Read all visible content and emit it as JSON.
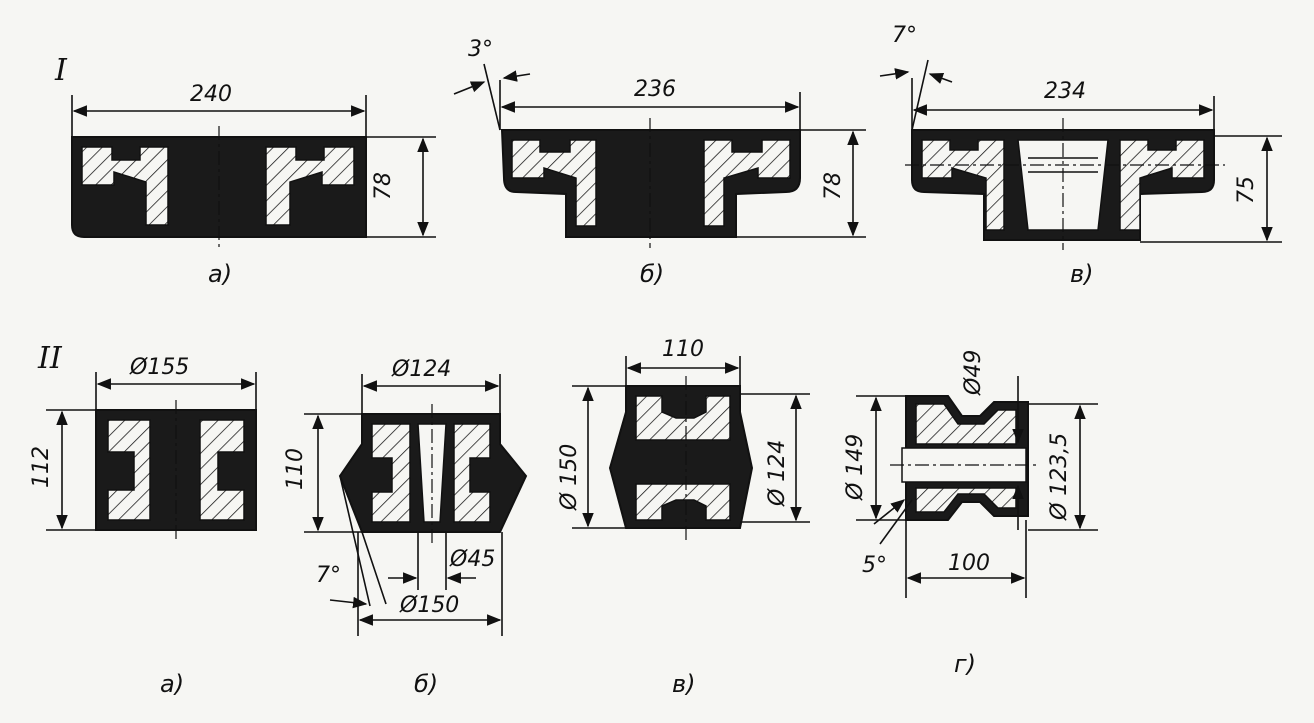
{
  "rows": {
    "row1": "I",
    "row2": "II"
  },
  "row1": {
    "a": {
      "caption": "а)",
      "width_dim": "240",
      "height_dim": "78"
    },
    "b": {
      "caption": "б)",
      "angle_dim": "3°",
      "width_dim": "236",
      "height_dim": "78"
    },
    "c": {
      "caption": "в)",
      "angle_dim": "7°",
      "width_dim": "234",
      "height_dim": "75"
    }
  },
  "row2": {
    "a": {
      "caption": "а)",
      "diameter_dim": "Ø155",
      "height_dim": "112"
    },
    "b": {
      "caption": "б)",
      "diameter_dim": "Ø124",
      "height_dim": "110",
      "angle_dim": "7°",
      "hole_dim": "Ø45",
      "bottom_dim": "Ø150"
    },
    "c": {
      "caption": "в)",
      "width_dim": "110",
      "left_dim": "Ø 150",
      "right_dim": "Ø 124"
    },
    "d": {
      "caption": "г)",
      "top_dim": "Ø49",
      "left_dim": "Ø 149",
      "right_dim": "Ø 123,5",
      "angle_dim": "5°",
      "bottom_dim": "100"
    }
  }
}
